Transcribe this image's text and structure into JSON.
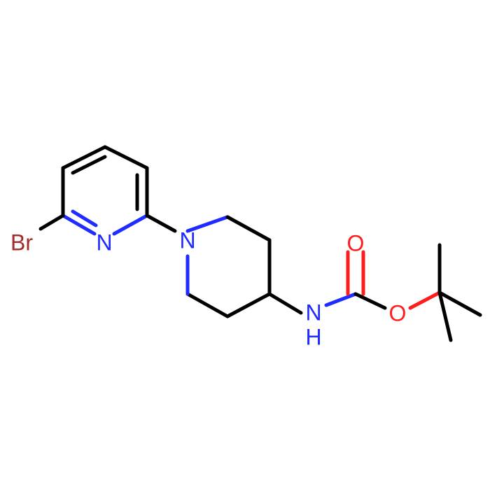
{
  "molecule": {
    "atoms": {
      "bromine": "Br",
      "pyridine_nitrogen": "N",
      "piperidine_nitrogen": "N",
      "amide_nitrogen": "N",
      "amide_hydrogen": "H",
      "carbonyl_oxygen": "O",
      "ester_oxygen": "O"
    },
    "colors": {
      "carbon_bond": "#000000",
      "bromine": "#a52a2a",
      "nitrogen": "#1f2bff",
      "oxygen": "#ff1c1c"
    }
  }
}
